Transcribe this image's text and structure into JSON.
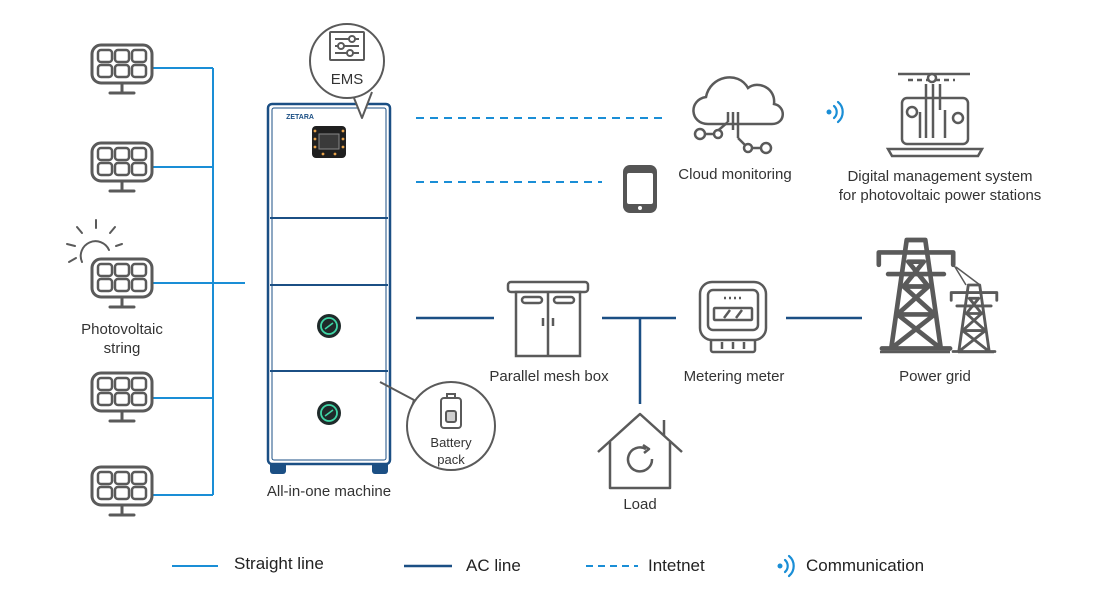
{
  "colors": {
    "straight_line": "#1a8ed6",
    "ac_line": "#1b4f84",
    "internet_line": "#1a8ed6",
    "device_stroke": "#5a5a5a",
    "machine_outline": "#1b4f84",
    "accent_green": "#3fd6a6"
  },
  "labels": {
    "ems": "EMS",
    "pv_string": "Photovoltaic\nstring",
    "all_in_one": "All-in-one machine",
    "battery_pack": "Battery\npack",
    "brand": "ZETARA",
    "cloud": "Cloud monitoring",
    "digital_mgmt": "Digital management system\nfor photovoltaic power stations",
    "parallel_box": "Parallel mesh box",
    "metering": "Metering meter",
    "grid": "Power grid",
    "load": "Load"
  },
  "legend": {
    "straight": "Straight line",
    "ac": "AC line",
    "internet": "Intetnet",
    "comm": "Communication"
  },
  "icons": {
    "solar_panel": "solar-panel-icon",
    "sun": "sun-icon",
    "ems": "ems-sliders-icon",
    "battery": "battery-icon",
    "cloud": "cloud-icon",
    "phone": "smartphone-icon",
    "laptop": "laptop-icon",
    "signal": "signal-icon",
    "cabinet": "cabinet-icon",
    "meter": "meter-icon",
    "tower": "transmission-tower-icon",
    "house": "house-icon"
  }
}
